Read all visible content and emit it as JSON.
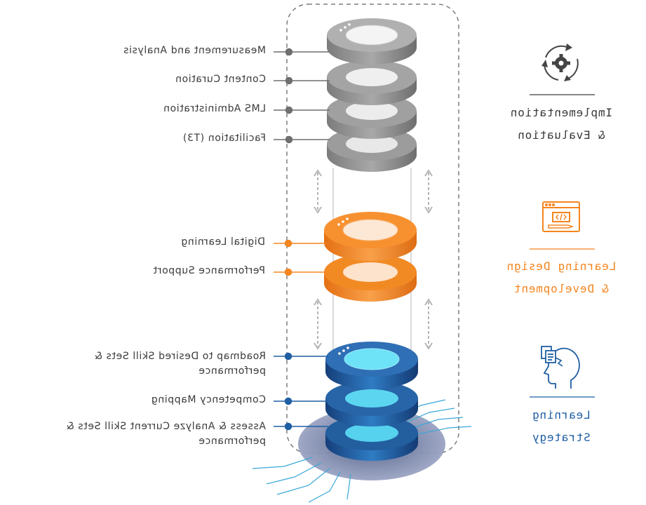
{
  "labels": {
    "measurement": "Measurement and Analysis",
    "content_curation": "Content Curation",
    "lms_admin": "LMS Administration",
    "facilitation": "Facilitation (T3)",
    "digital_learning": "Digital Learning",
    "performance_support": "Performance Support",
    "roadmap": "Roadmap to Desired Skill Sets & performance",
    "competency_mapping": "Competency Mapping",
    "assess": "Assess & Analyze Current Skill Sets & performance"
  },
  "phases": {
    "implementation": "Implementation\n& Evaluation",
    "design": "Learning Design\n& Development",
    "strategy": "Learning\nStrategy"
  },
  "icons": {
    "implementation": "gear-cycle-icon",
    "design": "code-browser-icon",
    "strategy": "head-documents-icon"
  },
  "colors": {
    "gray": "#8f8f8f",
    "orange": "#f5851f",
    "blue": "#1f5fa3",
    "cyan": "#3cc8ea",
    "text": "#3a3a3a"
  }
}
